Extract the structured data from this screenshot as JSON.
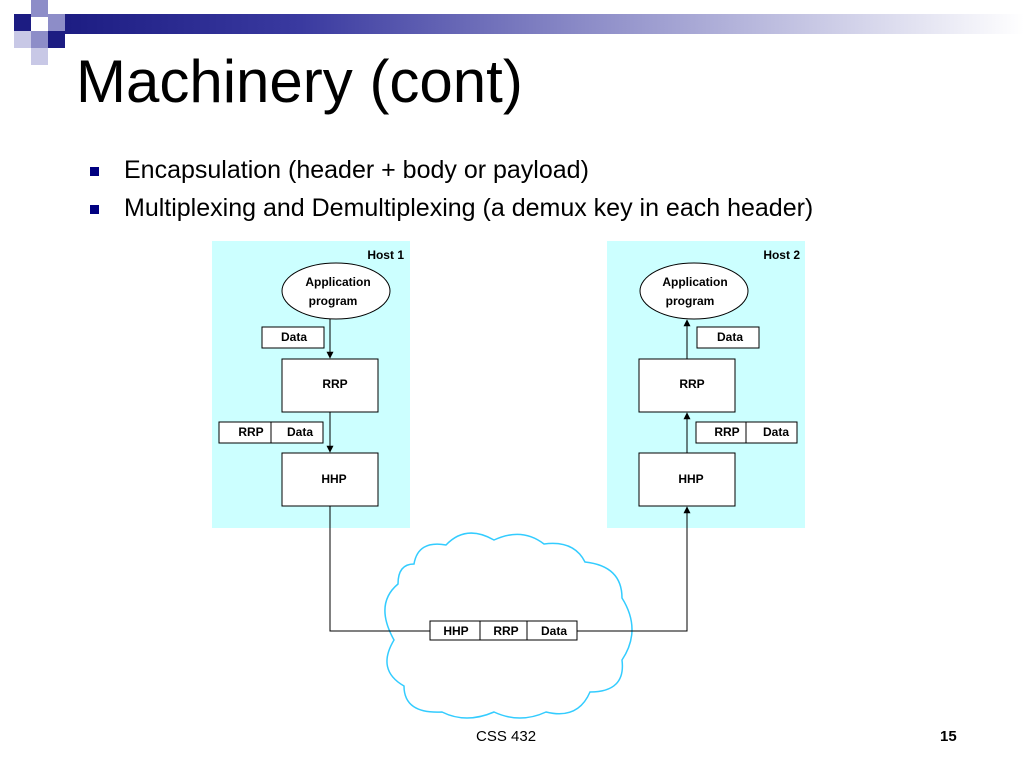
{
  "slide": {
    "title": "Machinery (cont)",
    "bullets": [
      "Encapsulation (header + body or payload)",
      "Multiplexing and Demultiplexing (a demux key in each header)"
    ],
    "footer_course": "CSS 432",
    "page_number": "15"
  },
  "diagram": {
    "host1": {
      "label": "Host 1",
      "app_line1": "Application",
      "app_line2": "program",
      "data_label": "Data",
      "rrp_box": "RRP",
      "packet_rrp": "RRP",
      "packet_data": "Data",
      "hhp_box": "HHP"
    },
    "host2": {
      "label": "Host 2",
      "app_line1": "Application",
      "app_line2": "program",
      "data_label": "Data",
      "rrp_box": "RRP",
      "packet_rrp": "RRP",
      "packet_data": "Data",
      "hhp_box": "HHP"
    },
    "network": {
      "packet_hhp": "HHP",
      "packet_rrp": "RRP",
      "packet_data": "Data"
    }
  },
  "colors": {
    "host_panel": "#ccffff",
    "cloud_stroke": "#33ccff",
    "bullet": "#000080",
    "accent_bar": "#1c1c82"
  }
}
